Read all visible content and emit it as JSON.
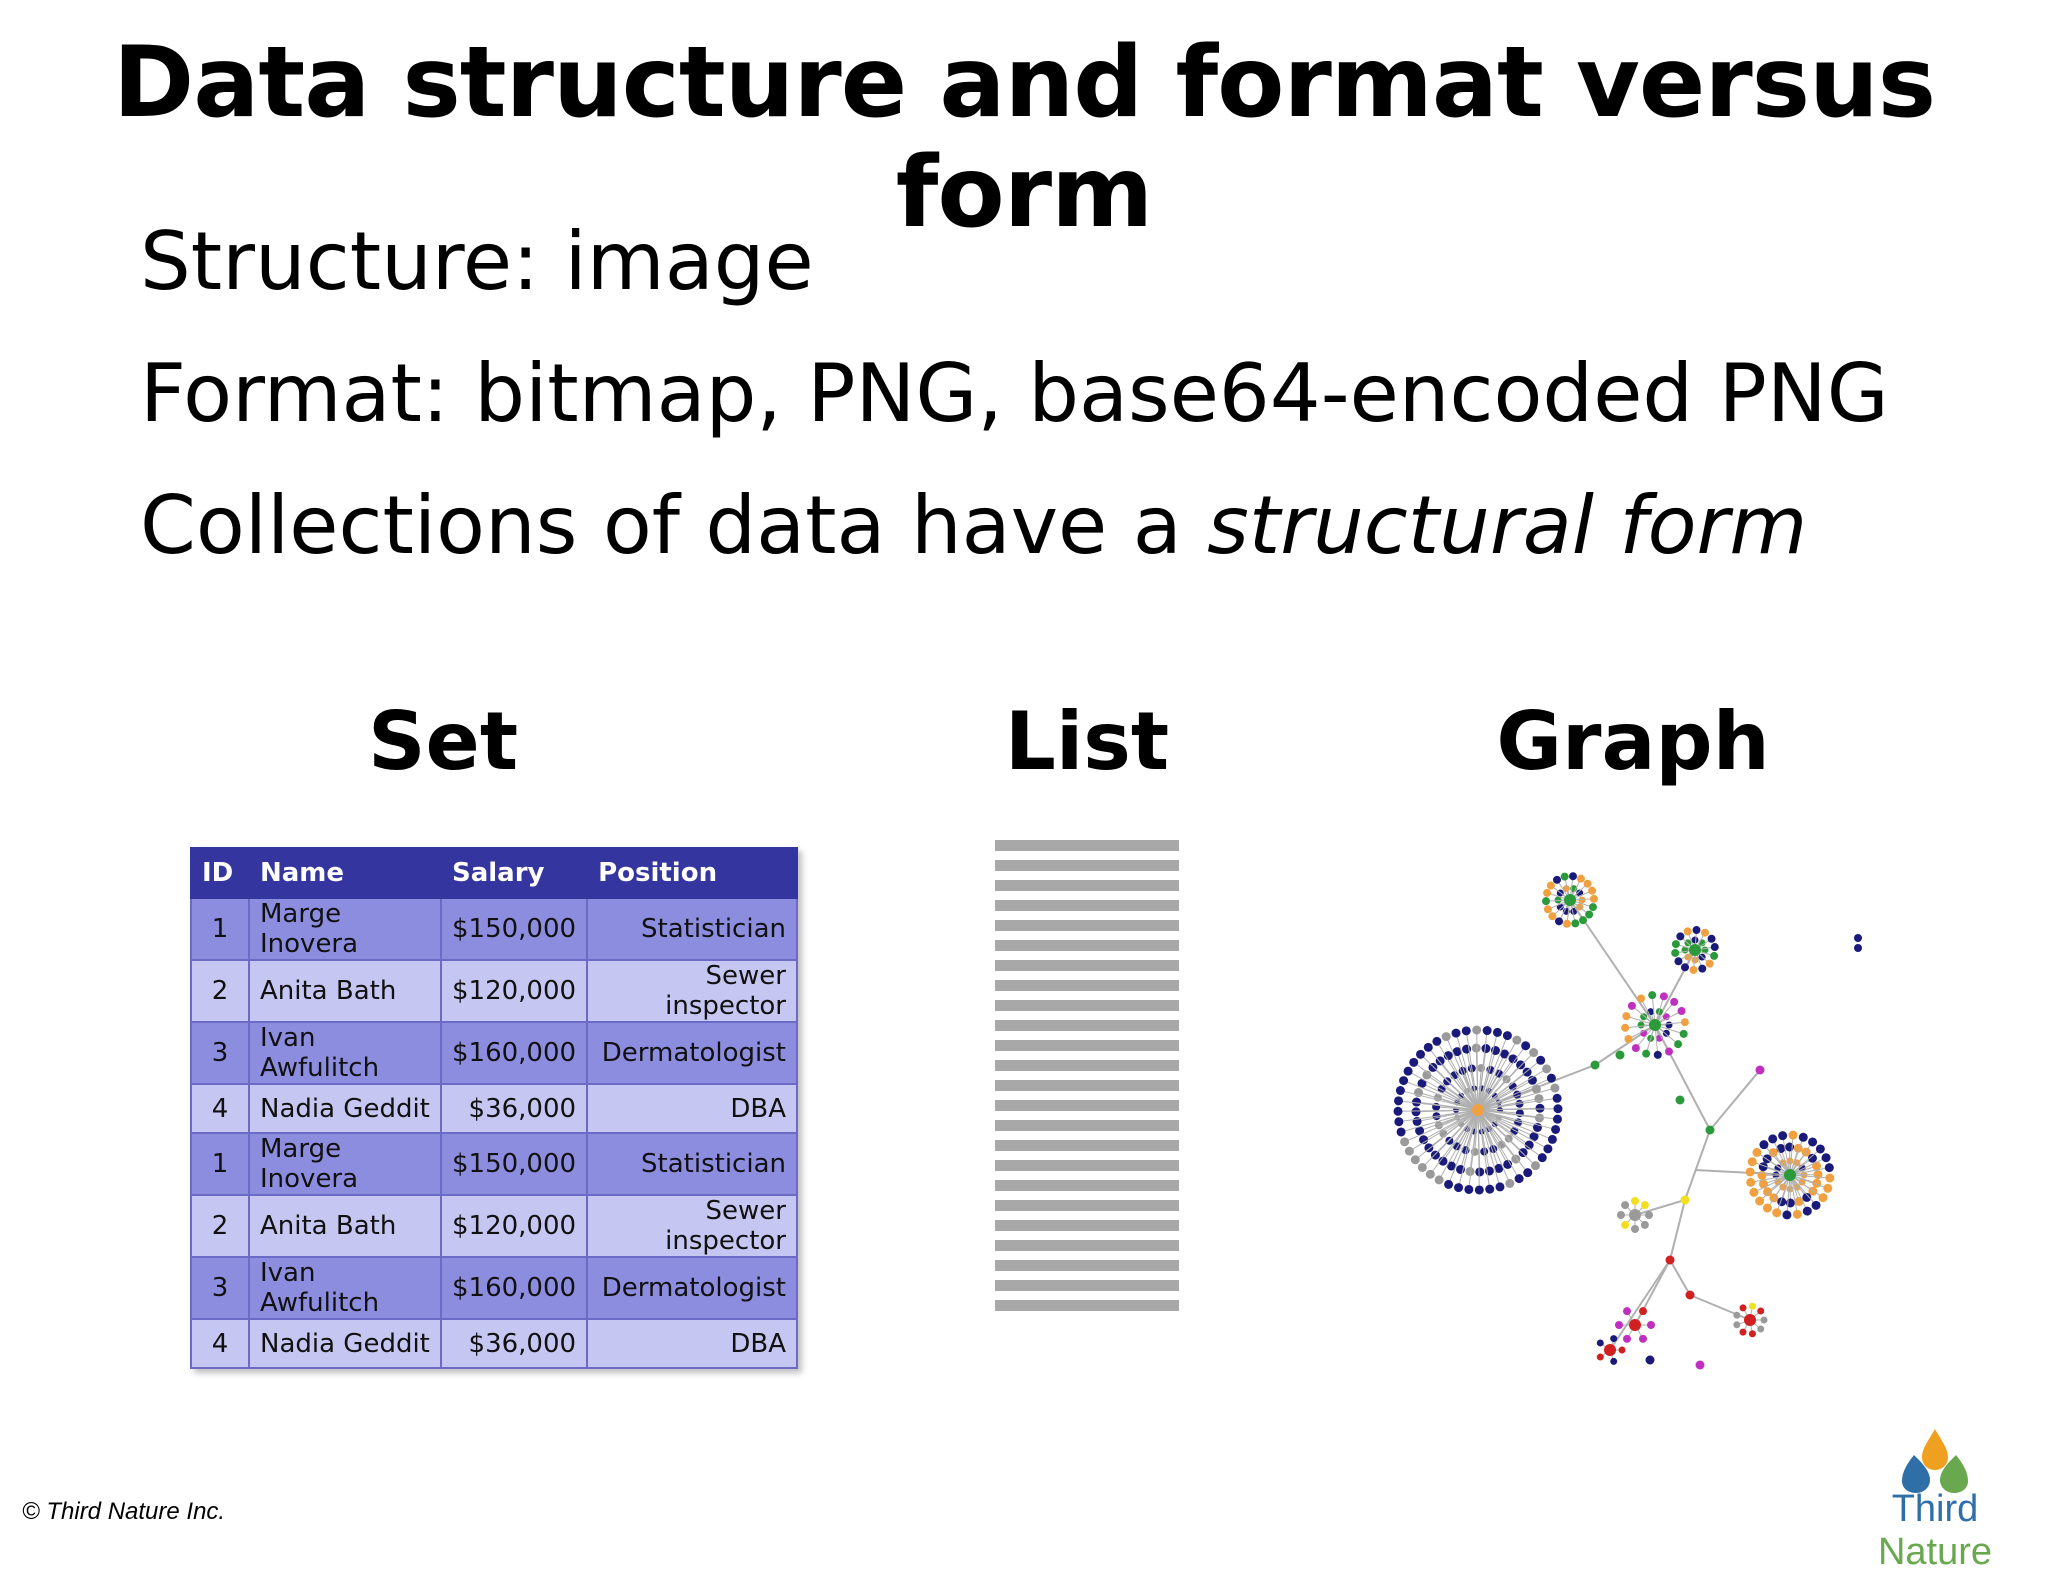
{
  "slide": {
    "title": "Data structure and format versus form",
    "bullets": {
      "structure": "Structure: image",
      "format": "Format: bitmap, PNG, base64-encoded PNG",
      "collections_prefix": "Collections of data have a ",
      "collections_emph": "structural form"
    },
    "sections": {
      "set": "Set",
      "list": "List",
      "graph": "Graph"
    }
  },
  "table": {
    "headers": [
      "ID",
      "Name",
      "Salary",
      "Position"
    ],
    "rows": [
      [
        "1",
        "Marge Inovera",
        "$150,000",
        "Statistician"
      ],
      [
        "2",
        "Anita Bath",
        "$120,000",
        "Sewer inspector"
      ],
      [
        "3",
        "Ivan Awfulitch",
        "$160,000",
        "Dermatologist"
      ],
      [
        "4",
        "Nadia Geddit",
        "$36,000",
        "DBA"
      ],
      [
        "1",
        "Marge Inovera",
        "$150,000",
        "Statistician"
      ],
      [
        "2",
        "Anita Bath",
        "$120,000",
        "Sewer inspector"
      ],
      [
        "3",
        "Ivan Awfulitch",
        "$160,000",
        "Dermatologist"
      ],
      [
        "4",
        "Nadia Geddit",
        "$36,000",
        "DBA"
      ]
    ]
  },
  "list": {
    "stripe_count": 24,
    "stripe_color": "#a8a8a8"
  },
  "graph": {
    "node_colors": {
      "dark": "#1a1a7a",
      "orange": "#f0a040",
      "green": "#2a9a3a",
      "yellow": "#f0e020",
      "red": "#d02020",
      "gray": "#9a9a9a",
      "magenta": "#c030c0"
    },
    "edge_color": "#b0b0b0"
  },
  "footer": {
    "copyright": "© Third Nature Inc."
  },
  "logo": {
    "word1": "Third",
    "word2": "Nature",
    "colors": {
      "top": "#f0a020",
      "left": "#2f6fa8",
      "right": "#6aa84f"
    }
  }
}
